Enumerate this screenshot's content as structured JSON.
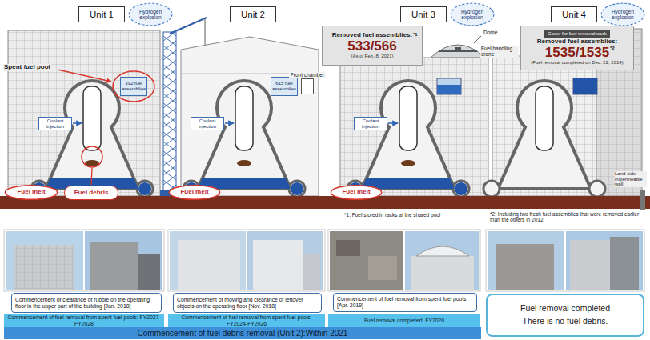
{
  "diagram": {
    "nodes": [
      {
        "text": [
          "Unit 1"
        ]
      },
      {
        "text": [
          "Hydrogen explosion"
        ]
      },
      {
        "text": [
          "Unit 2"
        ]
      },
      {
        "text": [
          "Unit 3"
        ]
      },
      {
        "text": [
          "Hydrogen explosion"
        ]
      },
      {
        "text": [
          "Unit 4"
        ]
      },
      {
        "text": [
          "Hydrogen explosion"
        ]
      },
      {
        "text": [
          "Removed fuel assemblies:",
          "*1",
          "533/566",
          "(As of Feb. 8, 2021)"
        ]
      },
      {
        "text": [
          "Cover for fuel removal work",
          "Removed fuel assemblies:",
          "1535/1535",
          "*2",
          "(Fuel removal completed on Dec. 22, 2014)"
        ]
      },
      {
        "text": [
          "392 fuel assemblies"
        ]
      },
      {
        "text": [
          "615 fuel assemblies"
        ]
      },
      {
        "text": [
          "Front chamber"
        ]
      },
      {
        "text": [
          "Coolant injection"
        ]
      },
      {
        "text": [
          "Coolant injection"
        ]
      },
      {
        "text": [
          "Coolant injection"
        ]
      },
      {
        "text": [
          "Fuel melt"
        ]
      },
      {
        "text": [
          "Fuel debris"
        ]
      },
      {
        "text": [
          "Fuel melt"
        ]
      },
      {
        "text": [
          "Fuel melt"
        ]
      },
      {
        "text": [
          "Commencement of clearance of rubble on the operating floor in the upper part of the building [Jan. 2018]"
        ]
      },
      {
        "text": [
          "Commencement of moving and clearance of leftover objects on the operating floor [Nov. 2018]"
        ]
      },
      {
        "text": [
          "Commencement of fuel removal from spent fuel pools [Apr. 2019]"
        ]
      },
      {
        "text": [
          "Fuel removal completed",
          "There is no fuel debris."
        ]
      },
      {
        "text": [
          "Commencement of fuel removal from spent fuel pools: FY2027-FY2028"
        ]
      },
      {
        "text": [
          "Commencement of fuel removal from spent fuel pools: FY2024-FY2026"
        ]
      },
      {
        "text": [
          "Fuel removal completed: FY2020"
        ]
      },
      {
        "text": [
          "Commencement of fuel debris removal (Unit 2):Within 2021"
        ]
      }
    ],
    "labels": [
      "Spent fuel pool",
      "Dome",
      "Fuel handling crane",
      "Land-side impermeable wall",
      "*1: Fuel stored in racks at the shared pool",
      "*2: Including two fresh fuel assemblies that were removed earlier than the others in 2012"
    ]
  }
}
